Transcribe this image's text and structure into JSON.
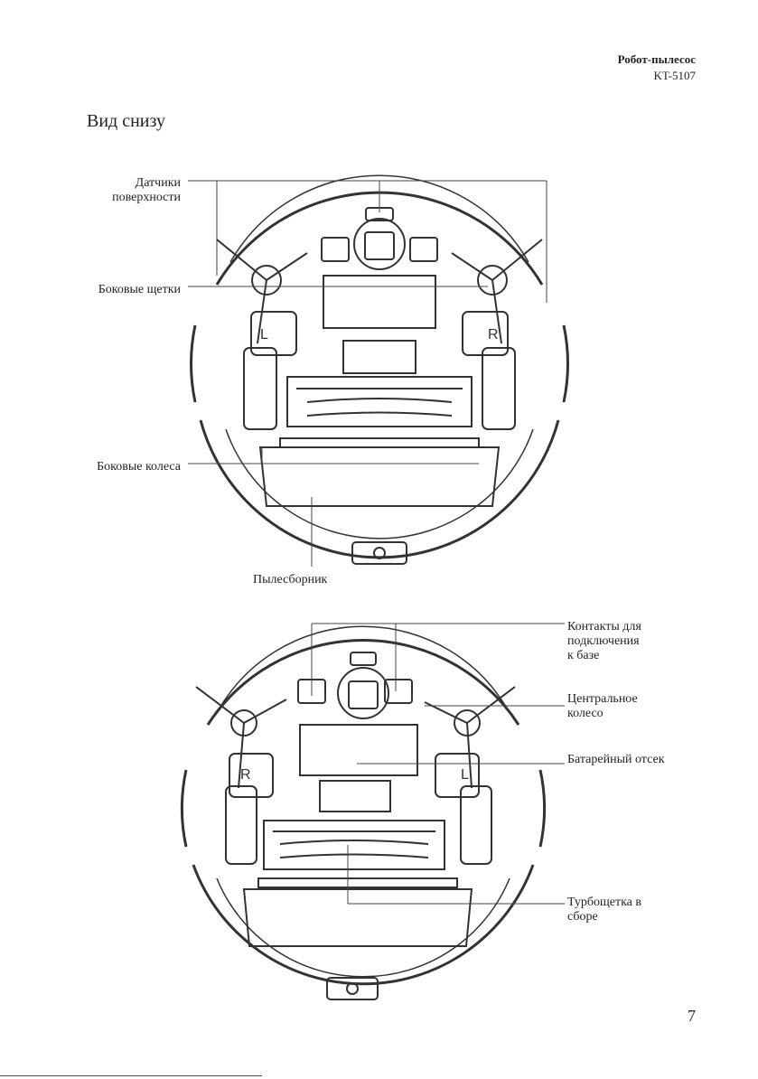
{
  "header": {
    "title": "Робот-пылесос",
    "model": "KT-5107"
  },
  "section_title": "Вид снизу",
  "diagram1": {
    "labels": {
      "sensors": "Датчики\nповерхности",
      "side_brushes": "Боковые щетки",
      "side_wheels": "Боковые колеса",
      "dustbin": "Пылесборник"
    },
    "marks": {
      "left": "L",
      "right": "R"
    }
  },
  "diagram2": {
    "labels": {
      "contacts": "Контакты для\nподключения\nк базе",
      "center_wheel": "Центральное\nколесо",
      "battery": "Батарейный отсек",
      "turbo_brush": "Турбощетка в\nсборе"
    },
    "marks": {
      "left": "R",
      "right": "L"
    }
  },
  "page_number": "7"
}
